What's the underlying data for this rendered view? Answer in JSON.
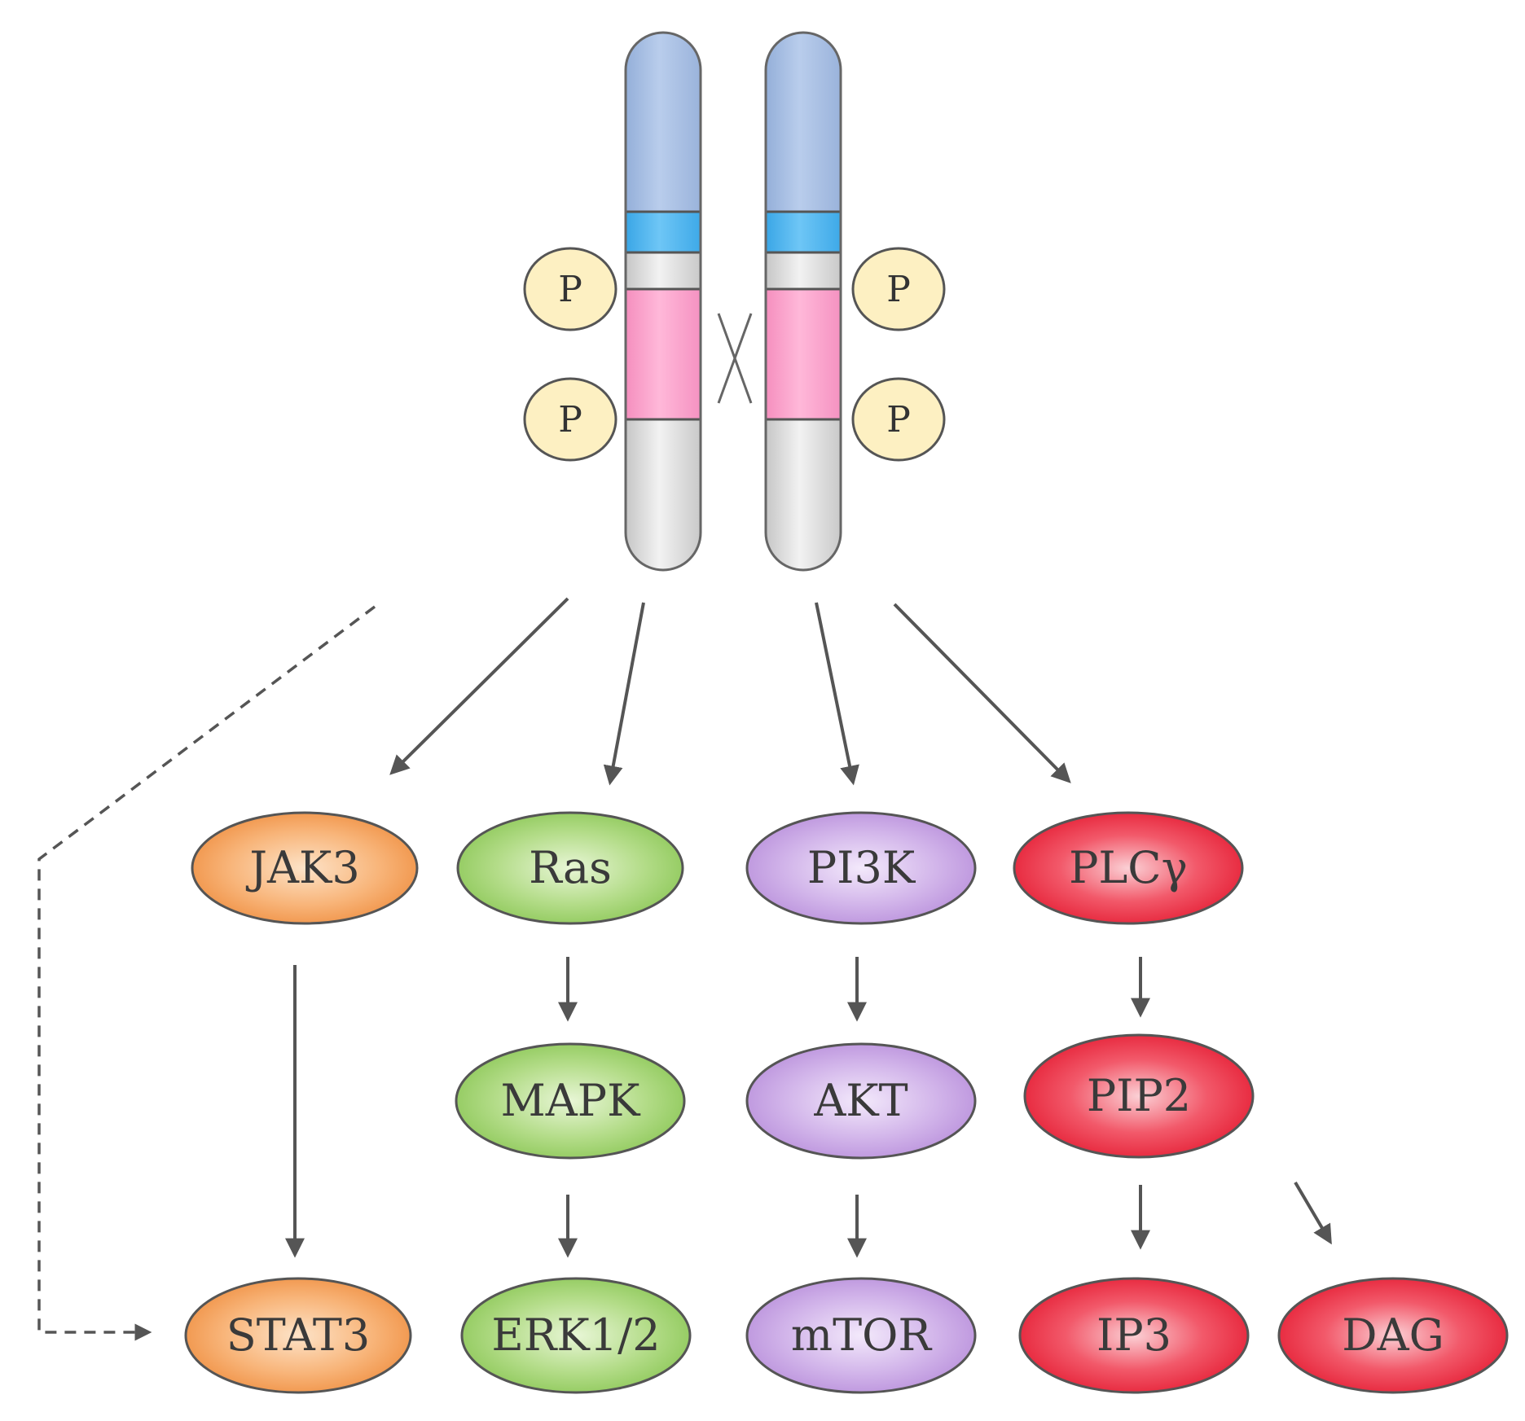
{
  "receptor": {
    "phospho_left": [
      "P",
      "P"
    ],
    "phospho_right": [
      "P",
      "P"
    ]
  },
  "nodes": {
    "jak3": "JAK3",
    "stat3": "STAT3",
    "ras": "Ras",
    "mapk": "MAPK",
    "erk": "ERK1/2",
    "pi3k": "PI3K",
    "akt": "AKT",
    "mtor": "mTOR",
    "plcg": "PLCγ",
    "pip2": "PIP2",
    "ip3": "IP3",
    "dag": "DAG"
  },
  "colors": {
    "jak_stat": "#f4a25e",
    "ras_mapk": "#9fd36b",
    "pi3k_akt": "#c7a1e4",
    "plc": "#e8293c",
    "receptor_top": "#aec4e6",
    "receptor_band": "#5ab8f0",
    "receptor_mid": "#fba6cf",
    "receptor_bottom": "#dcdcdc",
    "phospho": "#fdf0c2"
  }
}
